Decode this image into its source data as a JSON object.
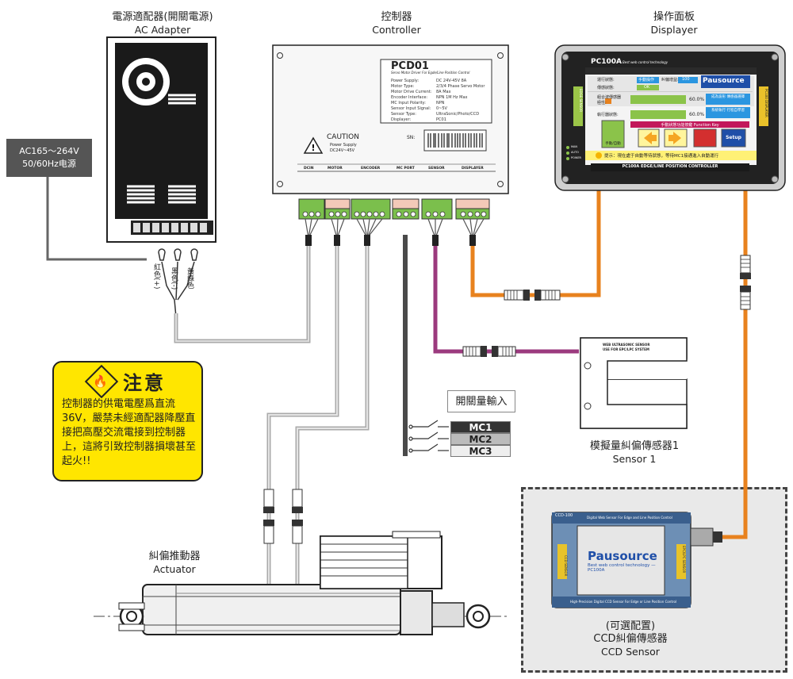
{
  "labels": {
    "adapter_cn": "電源適配器(開關電源)",
    "adapter_en": "AC Adapter",
    "controller_cn": "控制器",
    "controller_en": "Controller",
    "displayer_cn": "操作面板",
    "displayer_en": "Displayer",
    "actuator_cn": "糾偏推動器",
    "actuator_en": "Actuator",
    "sensor1_cn": "模擬量糾偏傳感器1",
    "sensor1_en": "Sensor 1",
    "ccd_opt": "(可選配置)",
    "ccd_cn": "CCD糾偏傳感器",
    "ccd_en": "CCD Sensor"
  },
  "ac_input": {
    "line1": "AC165～264V",
    "line2": "50/60Hz电源"
  },
  "wires": {
    "red": "紅色(+)",
    "black": "黑色(-)",
    "yellow": "黃綠色"
  },
  "warning": {
    "title": "注意",
    "icon": "fire-warning-icon",
    "text": "控制器的供電電壓爲直流36V，嚴禁未經適配器降壓直接把高壓交流電接到控制器上，這將引致控制器損壞甚至起火!!"
  },
  "switch_input": {
    "title": "開關量輸入",
    "items": [
      "MC1",
      "MC2",
      "MC3"
    ]
  },
  "controller": {
    "model": "PCD01",
    "subtitle": "Servo Motor Driver For Egde/Line Position Control",
    "specs_left": [
      "Power Supply:",
      "Motor Type:",
      "Motor Drive Current:",
      "Encoder Interface:",
      "MC Input Polarity:",
      "Sensor Input Signal:",
      "Sensor Type:",
      "Displayer:"
    ],
    "specs_right": [
      "DC 24V-45V 8A",
      "2/3/4 Phase Servo Motor",
      "8A Max",
      "NPN 1M Hz Max",
      "NPN",
      "0~5V",
      "UltraSonic/Photo/CCD",
      "PC01"
    ],
    "caution": "CAUTION",
    "caution_sub1": "Power Supply",
    "caution_sub2": "DC24V~45V",
    "sn": "SN:",
    "ports": [
      "DCIN",
      "MOTOR",
      "ENCODER",
      "MC PORT",
      "SENSOR",
      "DISPLAYER"
    ]
  },
  "displayer": {
    "model": "PC100A",
    "tagline": "Best web control technology",
    "status_label": "運行狀態:",
    "status_value": "手動操作",
    "gain_label": "糾偏增益:",
    "gain_value": "100",
    "sensor_state_label": "傳感狀態:",
    "sensor_state_value": "OK",
    "brand": "Pausource",
    "sensor_fmt_label": "組合波傳感器",
    "sensor_fmt_sub": "極性:",
    "pct1": "60.0%",
    "exec_label": "執行器狀態:",
    "pct2": "60.0%",
    "btn_a": "成為波形 傳感器選擇",
    "btn_b": "系統執行 行程自學習",
    "func_key": "手動狀態功能按鍵 Function Key",
    "auto_btn": "手動/自動",
    "setup_btn": "Setup",
    "hint": "提示：現在處于自動等待狀態，等待MC1接通進入自動運行",
    "footer": "PC100A EDGE/LINE POSITION CONTROLLER",
    "side_left": "EDGE SENSOR",
    "side_right": "PC100 DISPLAYER",
    "leds": [
      "MAN",
      "AUTO",
      "POWER"
    ]
  },
  "sensor1": {
    "text1": "WEB ULTRASONIC SENSOR",
    "text2": "USE FOR EPC/LPC SYSTEM"
  },
  "ccd": {
    "model": "CCD-100",
    "header": "Digital Web Sensor For Edge and Line Position Control",
    "brand": "Pausource",
    "tagline": "Best web control technology — PC100A",
    "footer": "High-Precision Digital CCD Sensor For Edge or Line Position Control",
    "side_left": "CCD SENSOR",
    "side_right": "EPC/LPC SENSOR"
  },
  "colors": {
    "orange_cable": "#e8821e",
    "purple_cable": "#9b3a7e",
    "gray_cable": "#b5b5b5",
    "dark_cable": "#4a4a4a",
    "warning_bg": "#ffe600",
    "brand_blue": "#1f4fa8"
  }
}
